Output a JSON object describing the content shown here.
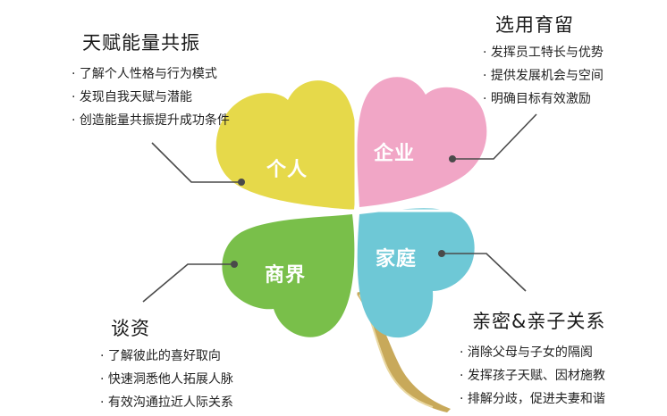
{
  "sections": {
    "talent": {
      "title": "天赋能量共振",
      "items": [
        "了解个人性格与行为模式",
        "发现自我天赋与潜能",
        "创造能量共振提升成功条件"
      ]
    },
    "develop": {
      "title": "选用育留",
      "items": [
        "发挥员工特长与优势",
        "提供发展机会与空间",
        "明确目标有效激励"
      ]
    },
    "negotiation": {
      "title": "谈资",
      "items": [
        "了解彼此的喜好取向",
        "快速洞悉他人拓展人脉",
        "有效沟通拉近人际关系"
      ]
    },
    "family": {
      "title": "亲密&亲子关系",
      "items": [
        "消除父母与子女的隔阂",
        "发挥孩子天赋、因材施教",
        "排解分歧，促进夫妻和谐"
      ]
    }
  },
  "petals": {
    "personal": {
      "label": "个人",
      "color": "#e6d94a"
    },
    "enterprise": {
      "label": "企业",
      "color": "#f1a6c6"
    },
    "business": {
      "label": "商界",
      "color": "#79bf4a"
    },
    "family": {
      "label": "家庭",
      "color": "#6ec8d6"
    }
  },
  "colors": {
    "stem": "#c8a95a",
    "connector": "#4a4a4a"
  }
}
